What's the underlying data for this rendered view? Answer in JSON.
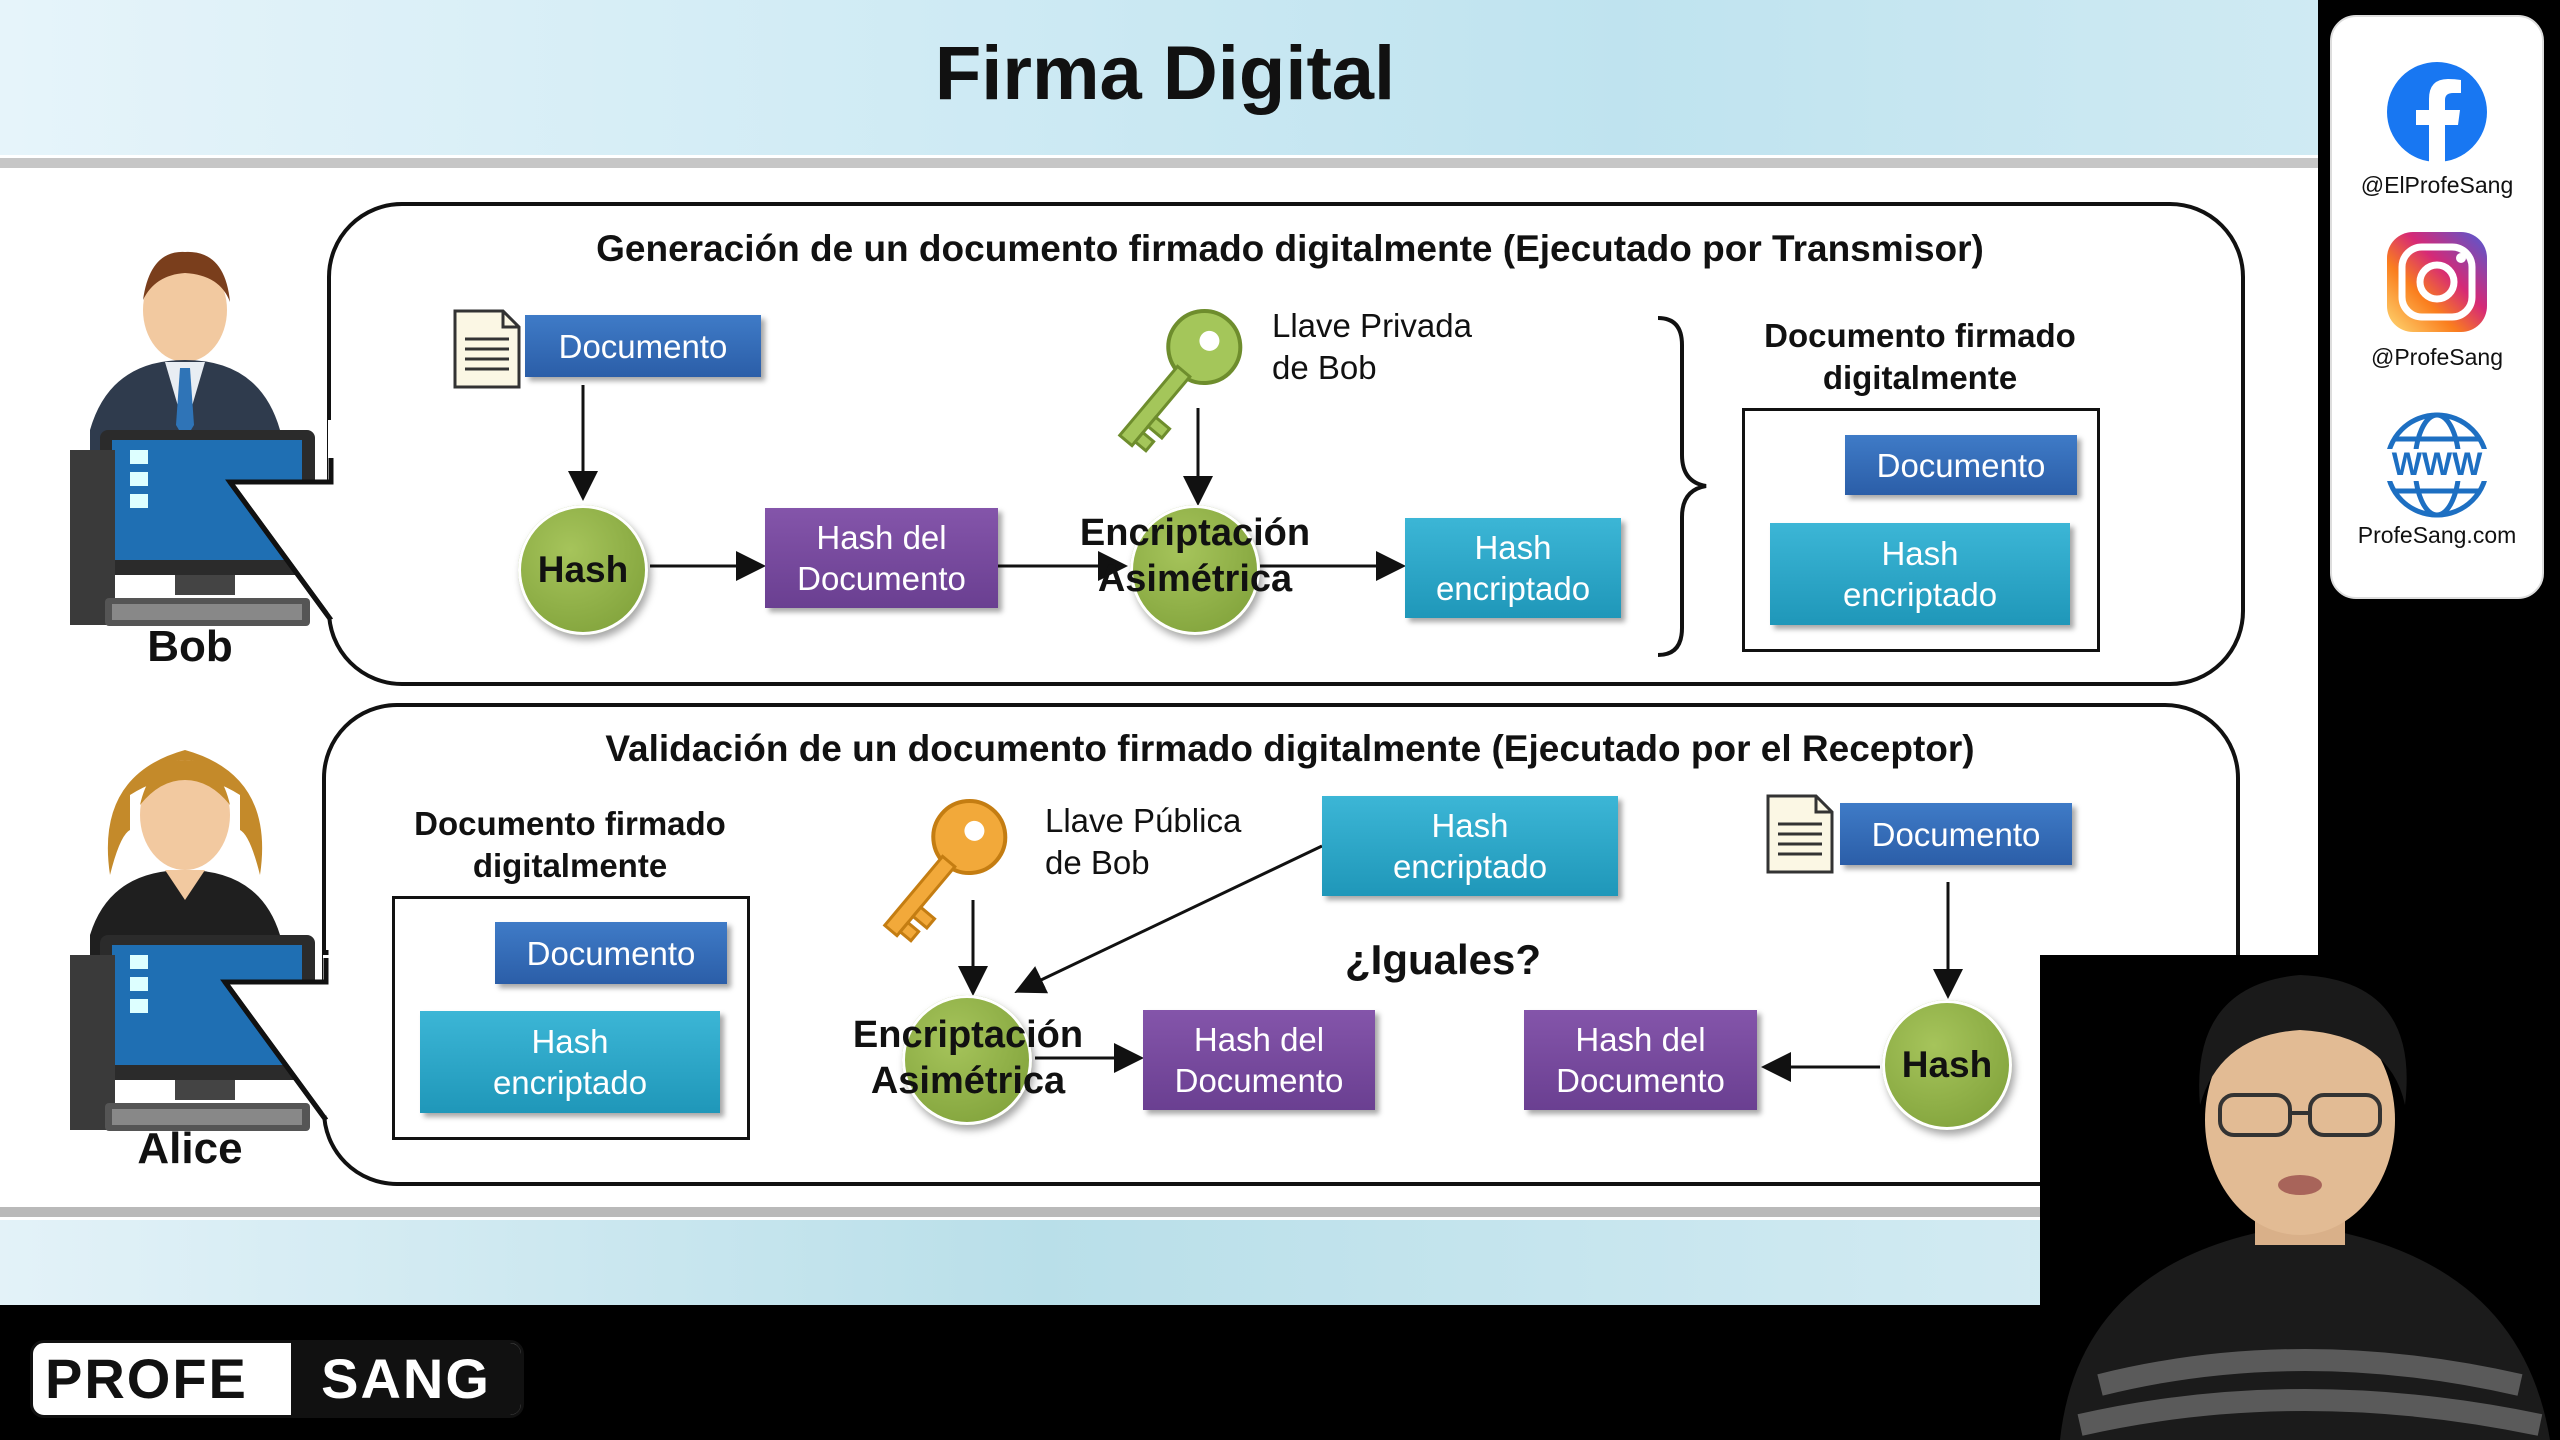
{
  "slide": {
    "title": "Firma Digital",
    "generation": {
      "title": "Generación de un documento firmado digitalmente (Ejecutado por Transmisor)",
      "documento": "Documento",
      "hash_circle": "Hash",
      "hash_doc": "Hash del\nDocumento",
      "key_label": "Llave Privada\nde Bob",
      "encrypt": "Encriptación\nAsimétrica",
      "hash_enc": "Hash\nencriptado",
      "result_title": "Documento firmado\ndigitalmente",
      "result_doc": "Documento",
      "result_hash": "Hash\nencriptado"
    },
    "validation": {
      "title": "Validación de un documento firmado digitalmente (Ejecutado por el Receptor)",
      "signed_title": "Documento firmado\ndigitalmente",
      "signed_doc": "Documento",
      "signed_hash": "Hash\nencriptado",
      "key_label": "Llave Pública\nde Bob",
      "hash_enc": "Hash\nencriptado",
      "encrypt": "Encriptación\nAsimétrica",
      "hash_doc_left": "Hash del\nDocumento",
      "question": "¿Iguales?",
      "hash_doc_right": "Hash del\nDocumento",
      "hash_circle": "Hash",
      "documento": "Documento"
    },
    "users": {
      "sender": "Bob",
      "receiver": "Alice"
    }
  },
  "social": {
    "facebook": "@ElProfeSang",
    "instagram": "@ProfeSang",
    "web": "ProfeSang.com"
  },
  "logo": {
    "left": "PROFE",
    "right": "SANG"
  },
  "colors": {
    "box_blue": "#2f66b0",
    "box_teal": "#2aa5c6",
    "box_purple": "#74489b",
    "circle_green": "#8aab45",
    "key_green": "#a4c65a",
    "key_orange": "#f2a93a"
  }
}
